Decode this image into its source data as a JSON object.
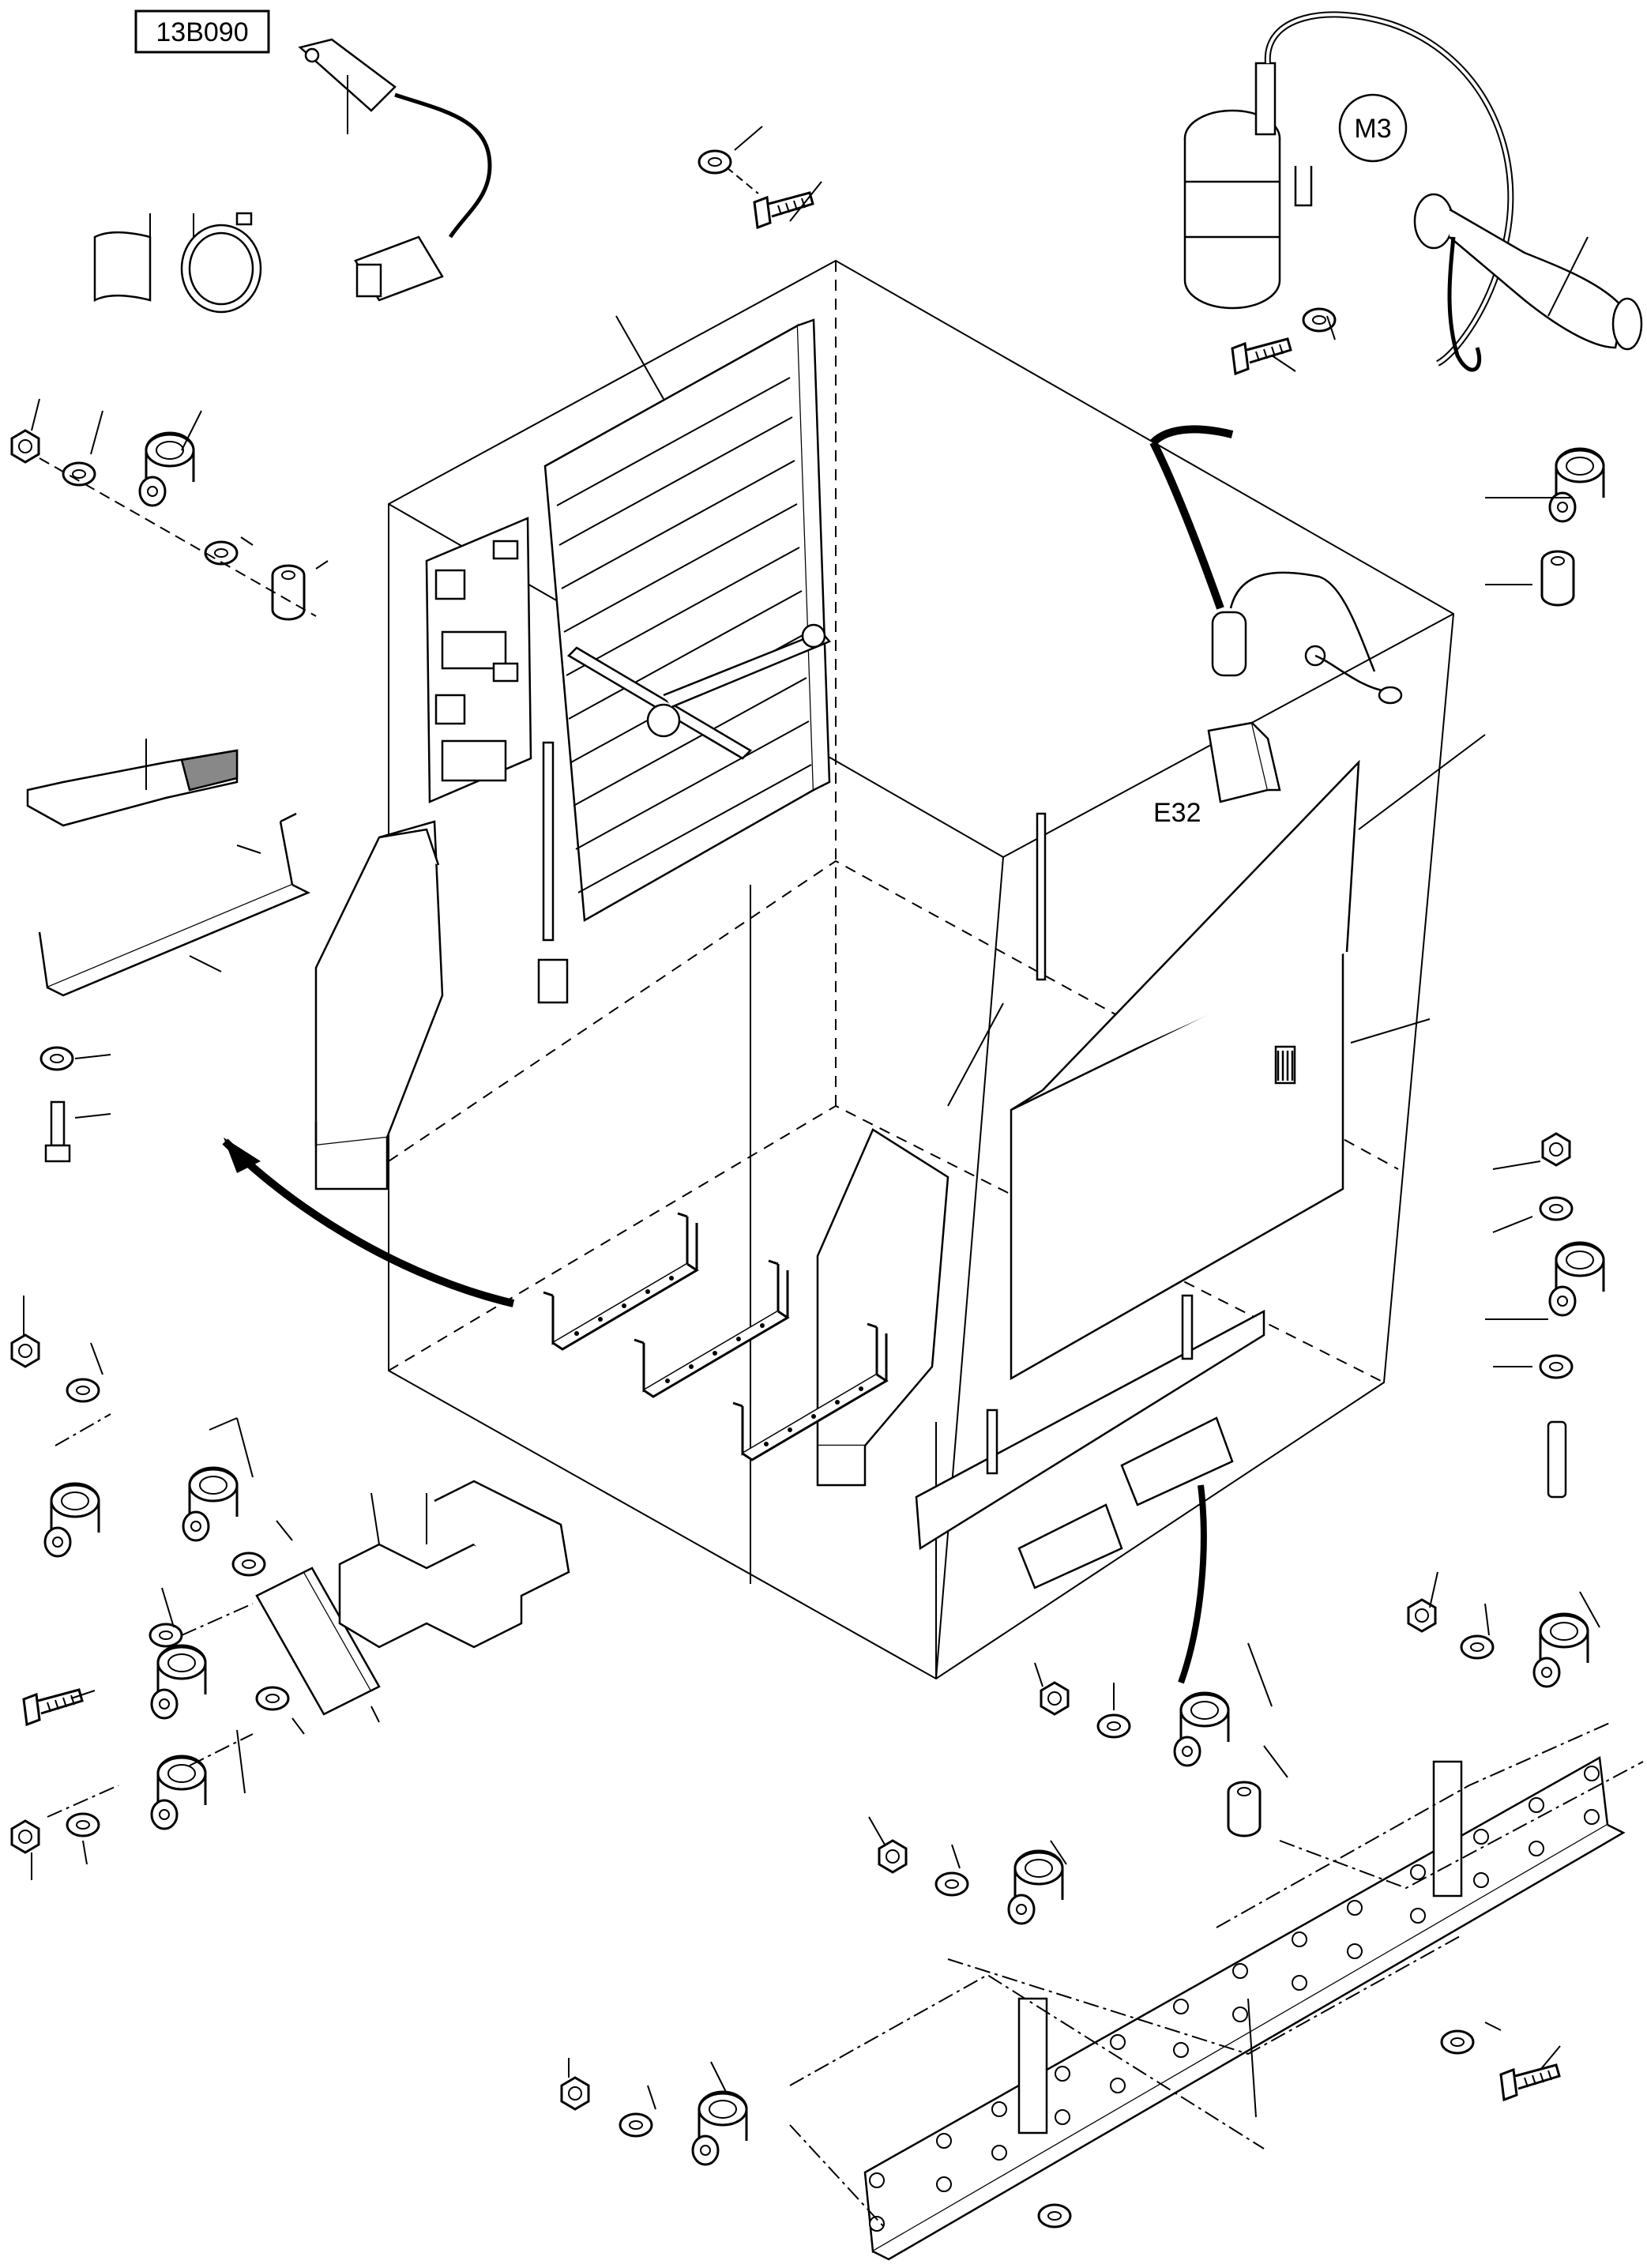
{
  "diagram": {
    "code": "13B090",
    "labels": {
      "motor": "M3",
      "unit": "E32"
    }
  }
}
